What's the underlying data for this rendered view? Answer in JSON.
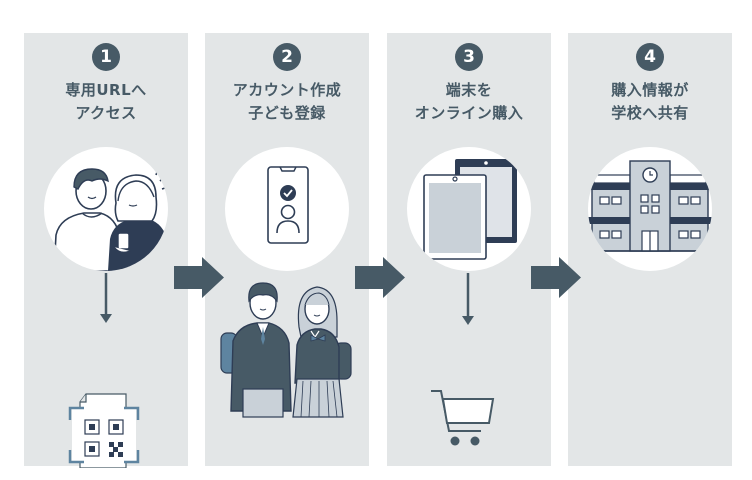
{
  "flow": {
    "steps": [
      {
        "number": "1",
        "title_line1": "専用URLへ",
        "title_line2": "アクセス",
        "illustration": "couple-with-smartphone",
        "secondary_icon": "qr-code-document-icon"
      },
      {
        "number": "2",
        "title_line1": "アカウント作成",
        "title_line2": "子ども登録",
        "illustration": "smartphone-profile-check",
        "secondary_icon": "students-in-uniform"
      },
      {
        "number": "3",
        "title_line1": "端末を",
        "title_line2": "オンライン購入",
        "illustration": "tablets",
        "secondary_icon": "shopping-cart-icon"
      },
      {
        "number": "4",
        "title_line1": "購入情報が",
        "title_line2": "学校へ共有",
        "illustration": "school-building",
        "secondary_icon": ""
      }
    ],
    "arrow_icon": "arrow-right-icon",
    "colors": {
      "panel_bg": "#e3e6e7",
      "accent": "#475a66",
      "navy": "#2e3d55",
      "steel_blue": "#5e84a0",
      "light_fill": "#c9d1d8",
      "white": "#ffffff"
    }
  }
}
